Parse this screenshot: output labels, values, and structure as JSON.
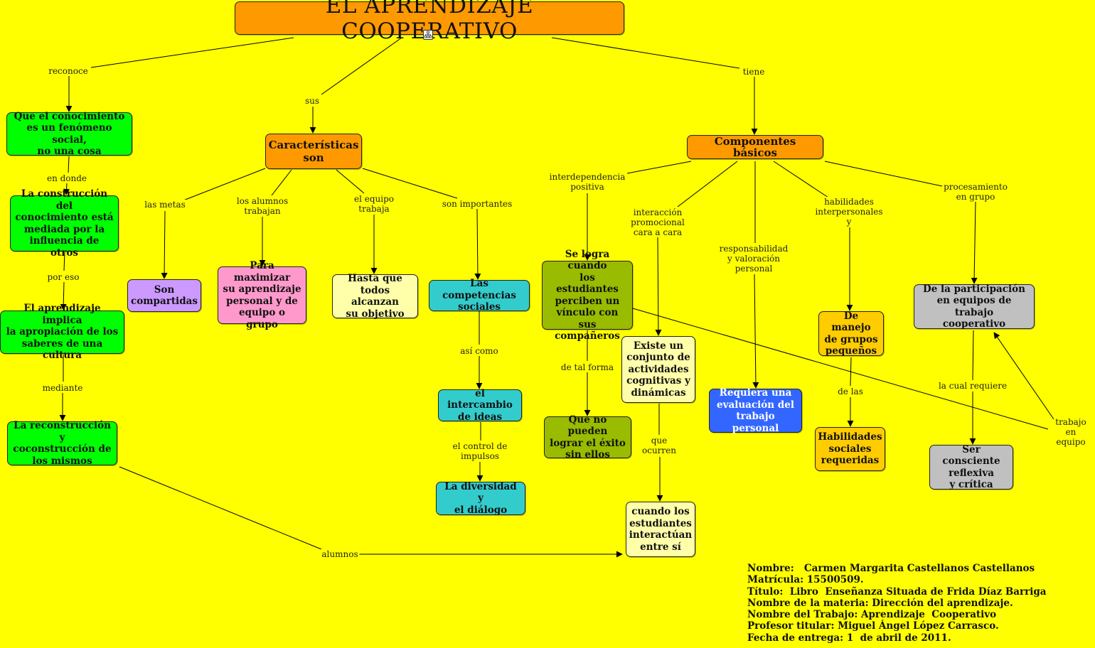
{
  "colors": {
    "background": "#ffff00",
    "orange": "#ff9900",
    "green": "#00ff00",
    "lilac": "#cc99ff",
    "pink": "#ff99cc",
    "cream": "#ffffaa",
    "teal": "#33cccc",
    "olive": "#99bb00",
    "blue": "#3366ff",
    "gold": "#ffcc00",
    "gray": "#c0c0c0"
  },
  "icons": {
    "title_icon": "hierarchy-tree-icon"
  },
  "title": "EL APRENDIZAJE COOPERATIVO",
  "nodes": {
    "n_conocimiento": "Que el conocimiento\nes un fenómeno social,\nno una cosa",
    "n_construccion": "La construcción del\nconocimiento está\nmediada por la\ninfluencia de otros",
    "n_apropiacion": "El aprendizaje implica\nla apropiación de los\nsaberes de una cultura",
    "n_reconstruccion": "La reconstrucción y\ncoconstrucción de\nlos mismos",
    "n_caracteristicas": "Características\nson",
    "n_compartidas": "Son\ncompartidas",
    "n_maximizar": "Para maximizar\nsu aprendizaje\npersonal y de\nequipo o grupo",
    "n_hasta": "Hasta que\ntodos alcanzan\nsu objetivo",
    "n_competencias": "Las competencias\nsociales",
    "n_intercambio": "el intercambio\nde ideas",
    "n_diversidad": "La diversidad y\nel diálogo",
    "n_componentes": "Componentes básicos",
    "n_logra": "Se logra cuando\nlos estudiantes\nperciben un\nvínculo con sus\ncompañeros",
    "n_nopueden": "Que no pueden\nlograr el éxito\nsin ellos",
    "n_existe": "Existe un\nconjunto de\nactividades\ncognitivas y\ndinámicas",
    "n_cuando": "cuando los\nestudiantes\ninteractúan\nentre sí",
    "n_evaluacion": "Requiera una\nevaluación del\ntrabajo personal",
    "n_manejo": "De manejo\nde grupos\npequeños",
    "n_habilidades": "Habilidades\nsociales\nrequeridas",
    "n_participacion": "De la participación\nen equipos de trabajo\ncooperativo",
    "n_consciente": "Ser consciente\nreflexiva\ny crítica"
  },
  "labels": {
    "reconoce": "reconoce",
    "sus": "sus",
    "tiene": "tiene",
    "en_donde": "en donde",
    "por_eso": "por eso",
    "mediante": "mediante",
    "las_metas": "las metas",
    "los_alumnos": "los alumnos\ntrabajan",
    "el_equipo": "el equipo\ntrabaja",
    "son_importantes": "son importantes",
    "asi_como": "así como",
    "control": "el control de\nimpulsos",
    "interdependencia": "interdependencia\npositiva",
    "interaccion": "interacción\npromocional\ncara a cara",
    "responsabilidad": "responsabilidad\ny valoración\npersonal",
    "habilidades_interp": "habilidades\ninterpersonales\ny",
    "procesamiento": "procesamiento\nen grupo",
    "de_tal_forma": "de tal forma",
    "que_ocurren": "que\nocurren",
    "de_las": "de las",
    "la_cual": "la cual requiere",
    "trabajo_equipo": "trabajo\nen equipo",
    "alumnos": "alumnos"
  },
  "info": [
    "Nombre:   Carmen Margarita Castellanos Castellanos",
    "Matrícula: 15500509.",
    "Título:  Libro  Enseñanza Situada de Frida Díaz Barriga",
    "Nombre de la materia: Dirección del aprendizaje.",
    "Nombre del Trabajo: Aprendizaje  Cooperativo",
    "Profesor titular: Miguel Ángel López Carrasco.",
    "Fecha de entrega: 1  de abril de 2011."
  ]
}
